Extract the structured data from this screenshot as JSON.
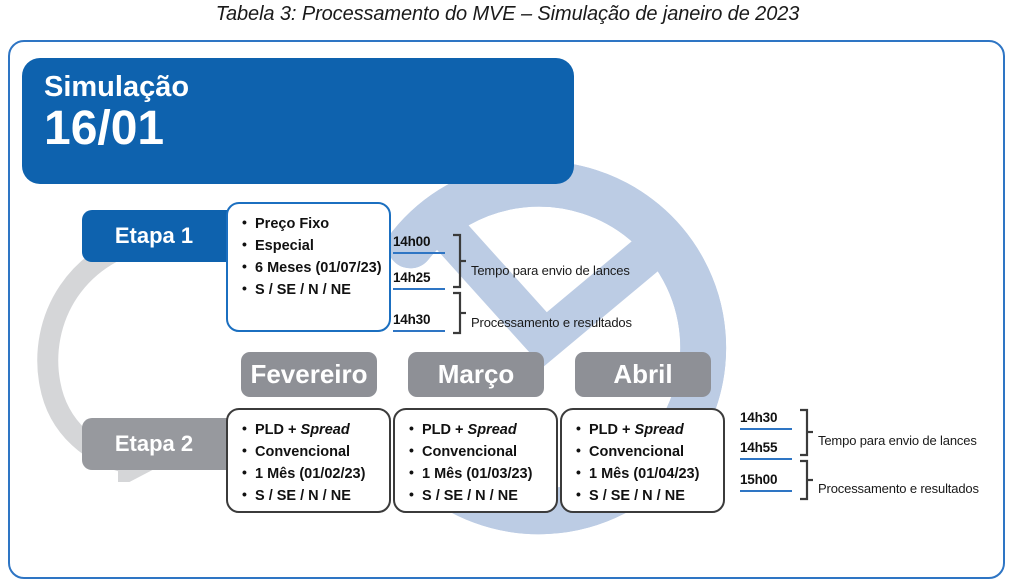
{
  "caption": "Tabela 3: Processamento do MVE – Simulação de janeiro de 2023",
  "colors": {
    "brand_blue": "#0E62AE",
    "frame_blue": "#2E75C4",
    "rule_blue": "#2E75C4",
    "stage_gray": "#97999E",
    "month_gray": "#8E9096",
    "card_border_gray": "#3B3B3B",
    "watermark_blue": "#BCCCE4",
    "arrow_gray": "#D5D6D8",
    "text_dark": "#111111"
  },
  "header": {
    "title": "Simulação",
    "date": "16/01"
  },
  "stages": [
    {
      "pill_label": "Etapa 1",
      "variant": "blue",
      "card": {
        "items": [
          {
            "text": "Preço Fixo",
            "italic_part": ""
          },
          {
            "text": "Especial",
            "italic_part": ""
          },
          {
            "text": "6 Meses (01/07/23)",
            "italic_part": ""
          },
          {
            "text": "S / SE / N / NE",
            "italic_part": ""
          }
        ]
      },
      "timing": {
        "times": [
          "14h00",
          "14h25",
          "14h30"
        ],
        "bracket_labels": [
          "Tempo para envio de lances",
          "Processamento e resultados"
        ]
      }
    },
    {
      "pill_label": "Etapa 2",
      "variant": "gray",
      "months": [
        {
          "label": "Fevereiro",
          "items": [
            {
              "text": "PLD + ",
              "italic_part": "Spread"
            },
            {
              "text": "Convencional",
              "italic_part": ""
            },
            {
              "text": "1 Mês (01/02/23)",
              "italic_part": ""
            },
            {
              "text": "S / SE / N / NE",
              "italic_part": ""
            }
          ]
        },
        {
          "label": "Março",
          "items": [
            {
              "text": "PLD + ",
              "italic_part": "Spread"
            },
            {
              "text": "Convencional",
              "italic_part": ""
            },
            {
              "text": "1 Mês (01/03/23)",
              "italic_part": ""
            },
            {
              "text": "S / SE / N / NE",
              "italic_part": ""
            }
          ]
        },
        {
          "label": "Abril",
          "items": [
            {
              "text": "PLD + ",
              "italic_part": "Spread"
            },
            {
              "text": "Convencional",
              "italic_part": ""
            },
            {
              "text": "1 Mês (01/04/23)",
              "italic_part": ""
            },
            {
              "text": "S / SE / N / NE",
              "italic_part": ""
            }
          ]
        }
      ],
      "timing": {
        "times": [
          "14h30",
          "14h55",
          "15h00"
        ],
        "bracket_labels": [
          "Tempo para envio de lances",
          "Processamento e resultados"
        ]
      }
    }
  ],
  "watermark": {
    "icon": "circular-arrow-checkmark"
  }
}
